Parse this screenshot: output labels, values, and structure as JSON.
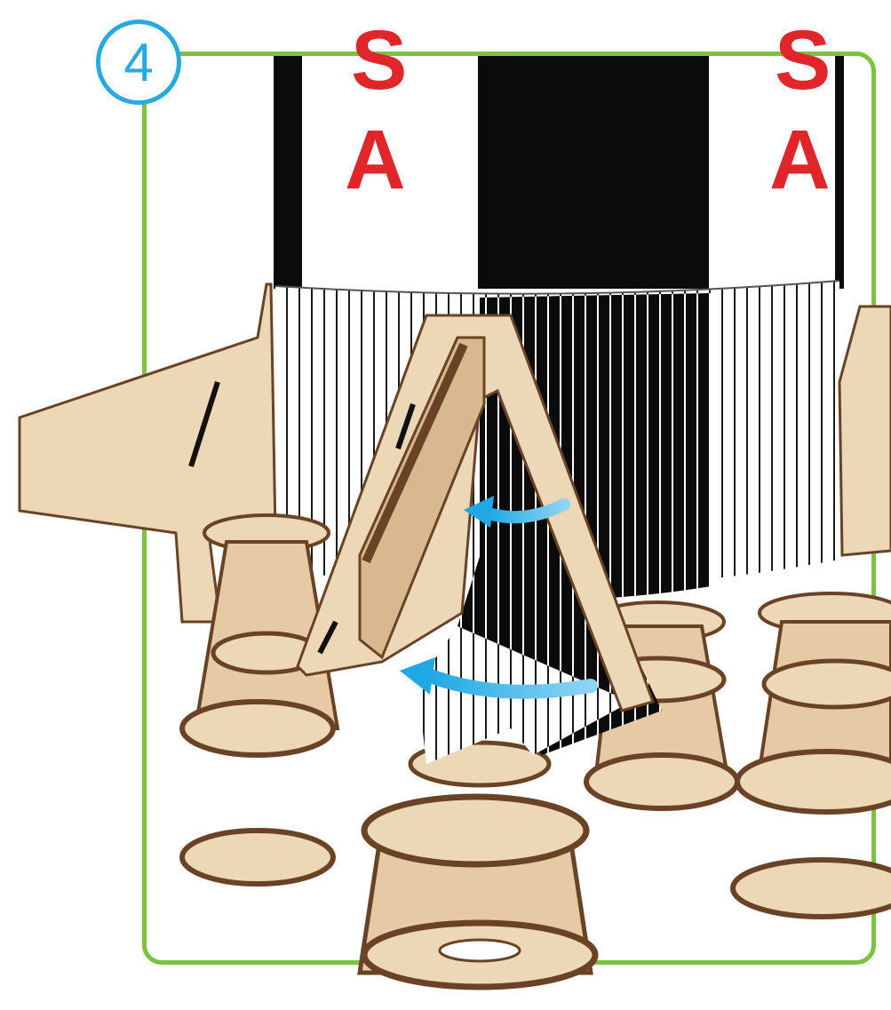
{
  "step": {
    "number": "4"
  },
  "rocket": {
    "lettering_left": [
      "S",
      "A"
    ],
    "lettering_right": [
      "S",
      "A"
    ]
  },
  "colors": {
    "frame": "#7cc142",
    "step_badge": "#27a9e1",
    "arrows": "#1fa8e3",
    "wood_light": "#ecd7b7",
    "wood_dark": "#6a4326",
    "lettering": "#e0262b"
  },
  "icons": [
    "step-number-badge",
    "arrow-left-icon",
    "arrow-left-icon"
  ]
}
